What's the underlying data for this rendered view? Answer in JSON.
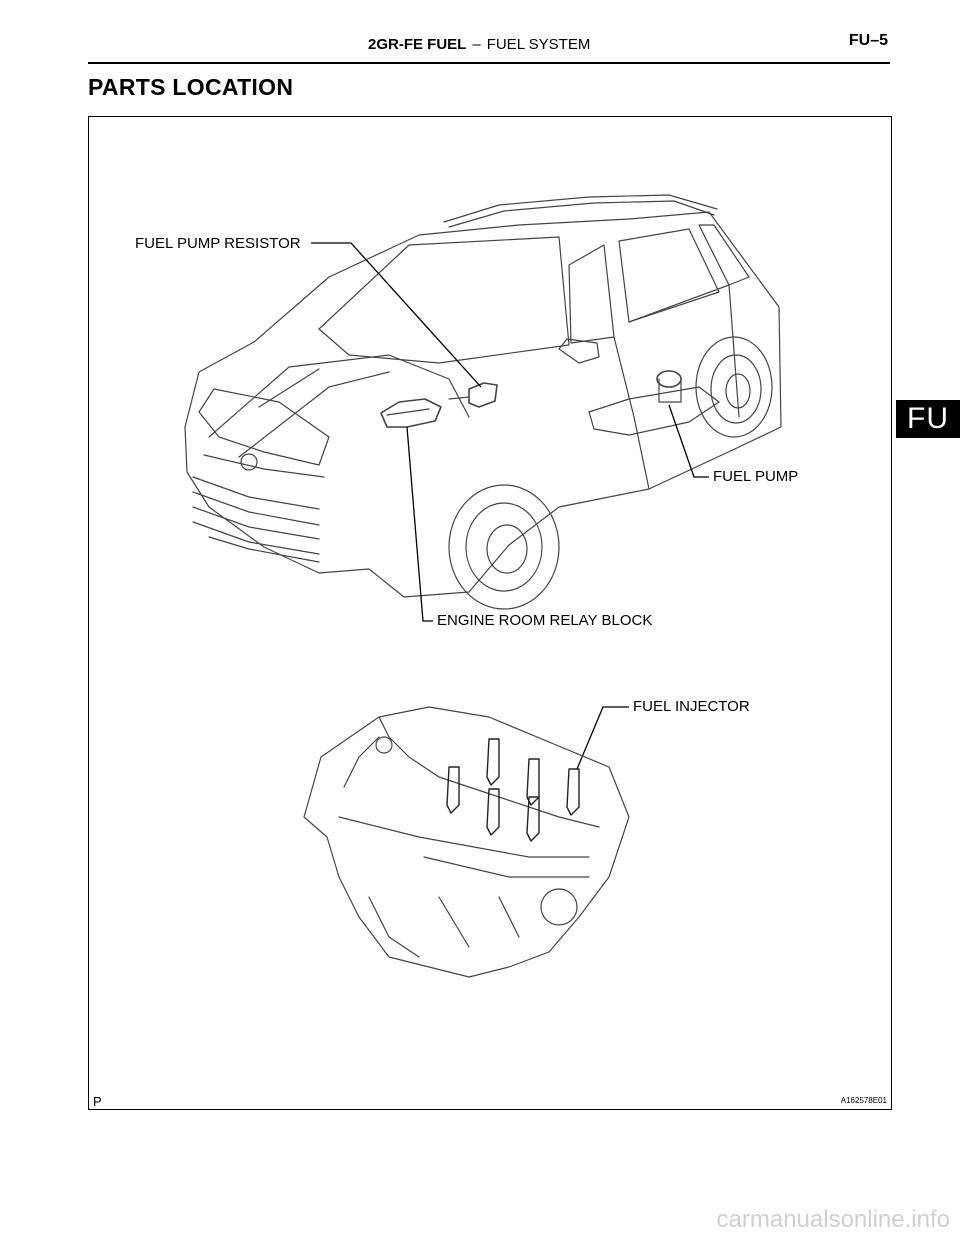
{
  "header": {
    "section_bold": "2GR-FE FUEL",
    "separator": "–",
    "section_sub": "FUEL SYSTEM",
    "page_number": "FU–5"
  },
  "title": "PARTS LOCATION",
  "side_tab": "FU",
  "figure": {
    "callouts": {
      "fuel_pump_resistor": "FUEL PUMP RESISTOR",
      "fuel_pump": "FUEL PUMP",
      "engine_room_relay_block": "ENGINE ROOM RELAY BLOCK",
      "fuel_injector": "FUEL INJECTOR"
    },
    "figure_id": "A162578E01",
    "corner_mark": "P"
  },
  "watermark": "carmanualsonline.info"
}
